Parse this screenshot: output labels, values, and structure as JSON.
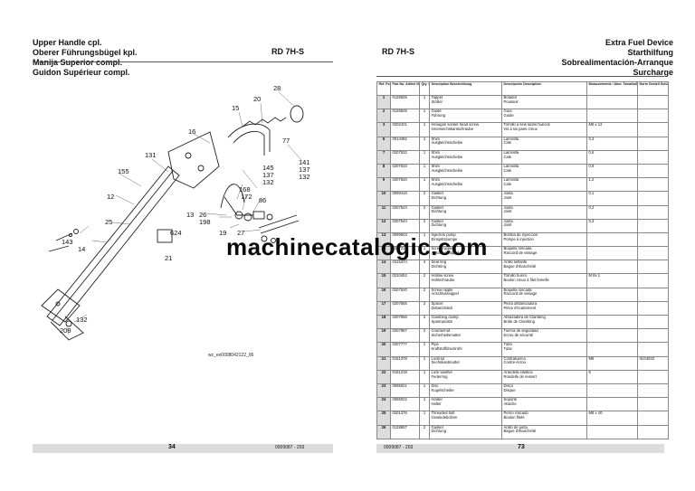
{
  "left_page": {
    "title_lines": [
      "Upper Handle cpl.",
      "Oberer Führungsbügel kpl.",
      "Manija Superior compl.",
      "Guidon Supérieur compl."
    ],
    "model": "RD 7H-S",
    "drawing_ref": "wc_ex0008042122_06",
    "page_number": "34",
    "doc_code": "0009087 - 203",
    "callouts": [
      "28",
      "20",
      "15",
      "16",
      "77",
      "131",
      "141",
      "137",
      "132",
      "145",
      "137",
      "132",
      "155",
      "168",
      "172",
      "86",
      "12",
      "13",
      "26",
      "198",
      "25",
      "624",
      "19",
      "27",
      "143",
      "14",
      "21",
      "132",
      "208"
    ]
  },
  "right_page": {
    "model": "RD 7H-S",
    "title_lines": [
      "Extra Fuel Device",
      "Starthilfung",
      "Sobrealimentación-Arranque",
      "Surcharge"
    ],
    "page_number": "73",
    "doc_code": "0009087 - 203",
    "table": {
      "headers": {
        "pos": "Ref. Pos.",
        "art": "Part No. Artikel Nr.",
        "qty": "Qty. St.",
        "desc": "Description Beschreibung",
        "desc2": "Descripción Description",
        "meas": "Measurements / Abm. Tamaño/Detalles",
        "norm": "Norm Gestell Schlüsselweit"
      },
      "rows": [
        {
          "pos": "1",
          "art": "0126525",
          "qty": "1",
          "de": "Tappet",
          "de2": "Stößel",
          "es": "Botador",
          "fr": "Poussoir",
          "meas": "",
          "norm": ""
        },
        {
          "pos": "2",
          "art": "0126526",
          "qty": "1",
          "de": "Guide",
          "de2": "Führung",
          "es": "Guía",
          "fr": "Guide",
          "meas": "",
          "norm": ""
        },
        {
          "pos": "3",
          "art": "0202421",
          "qty": "1",
          "de": "Hexagon socket head screw",
          "de2": "Innensechskantschraube",
          "es": "Tornillo a seis lados huecos",
          "fr": "Vis à six pans creux",
          "meas": "M6 x 12",
          "norm": ""
        },
        {
          "pos": "6",
          "art": "0014482",
          "qty": "1",
          "de": "Shim",
          "de2": "Ausgleichsscheibe",
          "es": "Laminilla",
          "fr": "Cale",
          "meas": "0,3",
          "norm": ""
        },
        {
          "pos": "7",
          "art": "0207532",
          "qty": "1",
          "de": "Shim",
          "de2": "Ausgleichsscheibe",
          "es": "Laminilla",
          "fr": "Cale",
          "meas": "0,6",
          "norm": ""
        },
        {
          "pos": "8",
          "art": "0207533",
          "qty": "1",
          "de": "Shim",
          "de2": "Ausgleichsscheibe",
          "es": "Laminilla",
          "fr": "Cale",
          "meas": "0,9",
          "norm": ""
        },
        {
          "pos": "9",
          "art": "0207534",
          "qty": "1",
          "de": "Shim",
          "de2": "Ausgleichsscheibe",
          "es": "Laminilla",
          "fr": "Cale",
          "meas": "1,2",
          "norm": ""
        },
        {
          "pos": "10",
          "art": "0099416",
          "qty": "2",
          "de": "Gasket",
          "de2": "Dichtung",
          "es": "Junta",
          "fr": "Joint",
          "meas": "0,1",
          "norm": ""
        },
        {
          "pos": "11",
          "art": "0207543",
          "qty": "2",
          "de": "Gasket",
          "de2": "Dichtung",
          "es": "Junta",
          "fr": "Joint",
          "meas": "0,2",
          "norm": ""
        },
        {
          "pos": "12",
          "art": "0207544",
          "qty": "2",
          "de": "Gasket",
          "de2": "Dichtung",
          "es": "Junta",
          "fr": "Joint",
          "meas": "0,3",
          "norm": ""
        },
        {
          "pos": "13",
          "art": "0099503",
          "qty": "1",
          "de": "Injection pump",
          "de2": "Einspritzpumpe",
          "es": "Bomba de inyección",
          "fr": "Pompe à injection",
          "meas": "",
          "norm": ""
        },
        {
          "pos": "14",
          "art": "0217210",
          "qty": "1",
          "de": "Screw nipple",
          "de2": "Anschlussnippel",
          "es": "Boquilla roscada",
          "fr": "Raccord de vissage",
          "meas": "",
          "norm": ""
        },
        {
          "pos": "14",
          "art": "0215374",
          "qty": "4",
          "de": "Seal ring",
          "de2": "Dichtring",
          "es": "Anillo sellante",
          "fr": "Bague d'étanchéité",
          "meas": "",
          "norm": ""
        },
        {
          "pos": "15",
          "art": "0210452",
          "qty": "2",
          "de": "Hollow screw",
          "de2": "Hohlschraube",
          "es": "Tornillo hueco",
          "fr": "Boulon creux à filet femelle",
          "meas": "M 8x 1",
          "norm": ""
        },
        {
          "pos": "16",
          "art": "0207520",
          "qty": "2",
          "de": "Screw nipple",
          "de2": "Anschlussnippel",
          "es": "Boquilla roscada",
          "fr": "Raccord de vissage",
          "meas": "",
          "norm": ""
        },
        {
          "pos": "17",
          "art": "0207555",
          "qty": "2",
          "de": "Spacer",
          "de2": "Distanzstück",
          "es": "Pieza distanciadora",
          "fr": "Pièce d'écartement",
          "meas": "",
          "norm": ""
        },
        {
          "pos": "18",
          "art": "0207556",
          "qty": "2",
          "de": "Clambing clamp",
          "de2": "Spannpratze",
          "es": "Abrazadera de Clambing",
          "fr": "Bride de Clambing",
          "meas": "",
          "norm": ""
        },
        {
          "pos": "19",
          "art": "0207987",
          "qty": "2",
          "de": "Counternut",
          "de2": "Sicherheitsmutter",
          "es": "Tuerca de seguridad",
          "fr": "Ecrou de sécurité",
          "meas": "",
          "norm": ""
        },
        {
          "pos": "20",
          "art": "0207777",
          "qty": "1",
          "de": "Pipe",
          "de2": "Kraftstoffdruckrohr",
          "es": "Tubo",
          "fr": "Tube",
          "meas": "",
          "norm": ""
        },
        {
          "pos": "21",
          "art": "0151376",
          "qty": "1",
          "de": "Locknut",
          "de2": "Sechskantmutter",
          "es": "Contratuerca",
          "fr": "Contre-écrou",
          "meas": "M8",
          "norm": "ISO4032"
        },
        {
          "pos": "22",
          "art": "0151218",
          "qty": "1",
          "de": "Lock washer",
          "de2": "Federring",
          "es": "Arandela elástica",
          "fr": "Rondelle de ressort",
          "meas": "8",
          "norm": ""
        },
        {
          "pos": "23",
          "art": "0095021",
          "qty": "1",
          "de": "Disc",
          "de2": "Kugelscheibe",
          "es": "Disco",
          "fr": "Disque",
          "meas": "",
          "norm": ""
        },
        {
          "pos": "24",
          "art": "0095022",
          "qty": "1",
          "de": "Holder",
          "de2": "Halter",
          "es": "Soporte",
          "fr": "Attache",
          "meas": "",
          "norm": ""
        },
        {
          "pos": "25",
          "art": "0201376",
          "qty": "1",
          "de": "Threaded bolt",
          "de2": "Gewindebolzen",
          "es": "Perno roscado",
          "fr": "Boulon fileté",
          "meas": "M8 x 40",
          "norm": ""
        },
        {
          "pos": "26",
          "art": "0128657",
          "qty": "2",
          "de": "Gasket",
          "de2": "Dichtung",
          "es": "Anillo de junta",
          "fr": "Bague d'étanchéité",
          "meas": "",
          "norm": ""
        }
      ]
    }
  },
  "watermark": "machinecatalogic.com"
}
